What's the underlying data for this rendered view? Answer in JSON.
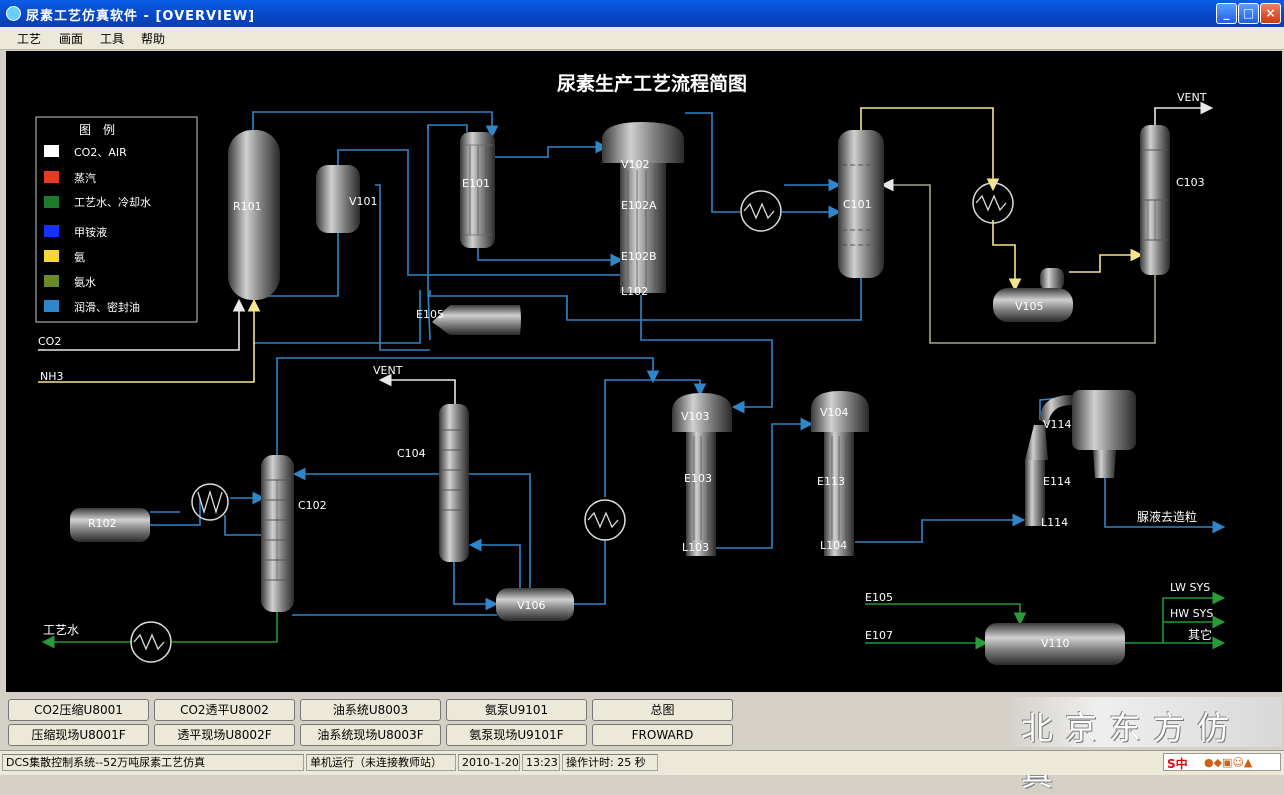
{
  "window": {
    "title": "尿素工艺仿真软件 - [OVERVIEW]"
  },
  "menu": [
    "工艺",
    "画面",
    "工具",
    "帮助"
  ],
  "diagram": {
    "title": "尿素生产工艺流程简图",
    "legend_title": "图　例",
    "legend": [
      {
        "label": "CO2、AIR",
        "color": "#ffffff"
      },
      {
        "label": "蒸汽",
        "color": "#e23c25"
      },
      {
        "label": "工艺水、冷却水",
        "color": "#1e7a2e"
      },
      {
        "label": "甲铵液",
        "color": "#1530ff"
      },
      {
        "label": "氨",
        "color": "#f5d538"
      },
      {
        "label": "氨水",
        "color": "#6a8a28"
      },
      {
        "label": "润滑、密封油",
        "color": "#2f86c8"
      }
    ],
    "labels": {
      "r101": "R101",
      "v101": "V101",
      "e101": "E101",
      "v102": "V102",
      "e102a": "E102A",
      "e102b": "E102B",
      "l102": "L102",
      "c101": "C101",
      "c103": "C103",
      "v105": "V105",
      "e105": "E105",
      "c104": "C104",
      "c102": "C102",
      "r102": "R102",
      "v106": "V106",
      "v103": "V103",
      "e103": "E103",
      "l103": "L103",
      "v104": "V104",
      "e113": "E113",
      "l104": "L104",
      "v114": "V114",
      "e114": "E114",
      "l114": "L114",
      "v110": "V110",
      "vent1": "VENT",
      "vent2": "VENT",
      "co2": "CO2",
      "nh3": "NH3",
      "water": "工艺水",
      "urea_out": "脲液去造粒",
      "e105_line": "E105",
      "e107_line": "E107",
      "lw_sys": "LW SYS",
      "hw_sys": "HW SYS",
      "other": "其它"
    },
    "line_colors": {
      "process": "#2f86c8",
      "ammonia": "#f5e58a",
      "water": "#1e7a2e",
      "gas": "#e8e8e8",
      "return": "#a8a880"
    }
  },
  "buttons": {
    "row1": [
      "CO2压缩U8001",
      "CO2透平U8002",
      "油系统U8003",
      "氨泵U9101",
      "总图"
    ],
    "row2": [
      "压缩现场U8001F",
      "透平现场U8002F",
      "油系统现场U8003F",
      "氨泵现场U9101F",
      "FROWARD"
    ]
  },
  "brand": "北京东方仿真",
  "status": {
    "system": "DCS集散控制系统--52万吨尿素工艺仿真",
    "mode": "单机运行（未连接教师站）",
    "date": "2010-1-20",
    "time": "13:23",
    "timer": "操作计时: 25 秒"
  },
  "tray": "S中"
}
